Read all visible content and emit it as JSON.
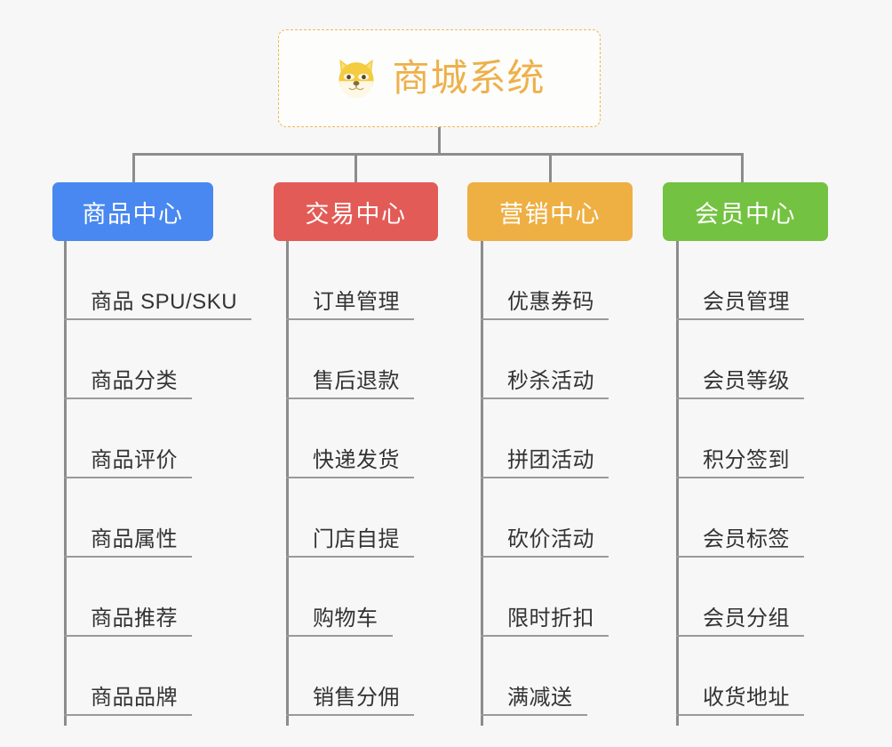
{
  "diagram": {
    "type": "mindmap-org-chart",
    "background_color": "#f7f7f7",
    "root": {
      "title": "商城系统",
      "icon": "shiba-inu-dog-face-emoji",
      "border_color": "#f0b851",
      "text_color": "#eeb04a",
      "background_color": "#fdfdfc"
    },
    "connector_color": "#8c8c8c",
    "branches": [
      {
        "label": "商品中心",
        "color": "#4888f0",
        "items": [
          "商品 SPU/SKU",
          "商品分类",
          "商品评价",
          "商品属性",
          "商品推荐",
          "商品品牌"
        ]
      },
      {
        "label": "交易中心",
        "color": "#e35b56",
        "items": [
          "订单管理",
          "售后退款",
          "快递发货",
          "门店自提",
          "购物车",
          "销售分佣"
        ]
      },
      {
        "label": "营销中心",
        "color": "#eeaf43",
        "items": [
          "优惠券码",
          "秒杀活动",
          "拼团活动",
          "砍价活动",
          "限时折扣",
          "满减送"
        ]
      },
      {
        "label": "会员中心",
        "color": "#73c241",
        "items": [
          "会员管理",
          "会员等级",
          "积分签到",
          "会员标签",
          "会员分组",
          "收货地址"
        ]
      }
    ]
  }
}
